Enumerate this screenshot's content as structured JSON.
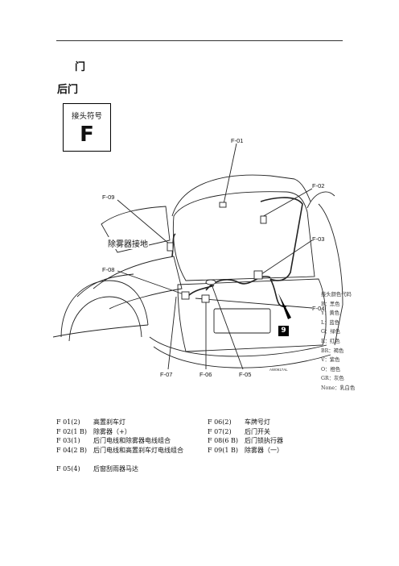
{
  "section": {
    "title": "门",
    "subtitle": "后门"
  },
  "connector_symbol": {
    "caption": "接头符号",
    "letter": "F"
  },
  "callouts": {
    "f01": "F-01",
    "f02": "F-02",
    "f03": "F-03",
    "f04": "F-04",
    "f05": "F-05",
    "f06": "F-06",
    "f07": "F-07",
    "f08": "F-08",
    "f09": "F-09"
  },
  "ground_label": "除雾器接地",
  "badge": "9",
  "figure_code": "AW0917AL",
  "color_legend": {
    "title": "接头颜色代码",
    "items": [
      "B：黑色",
      "Y：黄色",
      "L：蓝色",
      "G：绿色",
      "R：红色",
      "BR：褐色",
      "V：紫色",
      "O：橙色",
      "GR：灰色",
      "None：乳白色"
    ]
  },
  "connectors_left": [
    {
      "code": "F 01(2)",
      "desc": "高置刹车灯"
    },
    {
      "code": "F 02(1 B)",
      "desc": "除雾器（+）"
    },
    {
      "code": "F 03(1)",
      "desc": "后门电线和除雾器电线组合"
    },
    {
      "code": "F 04(2 B)",
      "desc": "后门电线和高置刹车灯电线组合"
    }
  ],
  "connectors_right": [
    {
      "code": "F 06(2)",
      "desc": "车牌号灯"
    },
    {
      "code": "F 07(2)",
      "desc": "后门开关"
    },
    {
      "code": "F 08(6 B)",
      "desc": "后门锁执行器"
    },
    {
      "code": "F 09(1 B)",
      "desc": "除雾器（一）"
    }
  ],
  "connector_extra": {
    "code": "F 05(4)",
    "desc": "后窗刮雨器马达"
  }
}
